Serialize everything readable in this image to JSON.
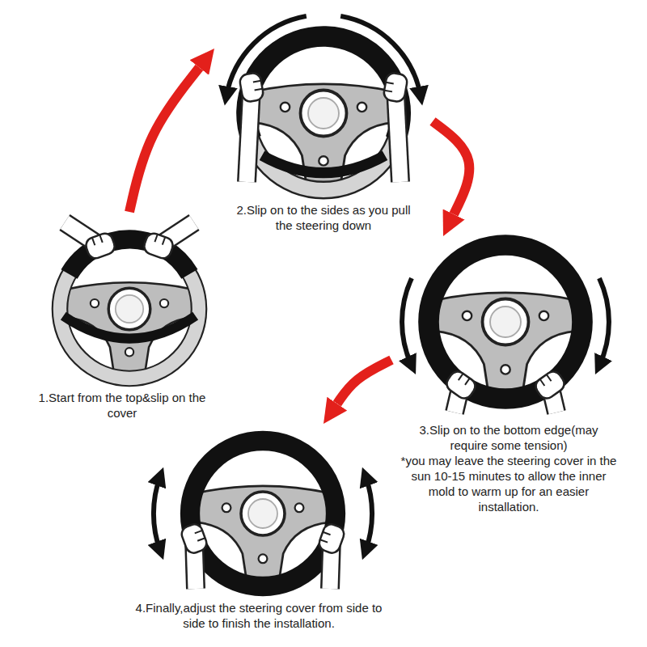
{
  "diagram": {
    "nodes": [
      {
        "text": [
          "1.Start from the top&slip on the cover"
        ]
      },
      {
        "text": [
          "2.Slip on to the sides as you pull the steering down"
        ]
      },
      {
        "text": [
          "3.Slip on to the bottom edge(may require some tension)",
          "*you may leave the steering cover in the sun 10-15 minutes to allow the inner mold to warm up for an easier installation."
        ]
      },
      {
        "text": [
          "4.Finally,adjust the steering cover from side to side to finish the installation."
        ]
      }
    ],
    "edges": [
      {
        "from": 0,
        "to": 1,
        "arrow": "to"
      },
      {
        "from": 1,
        "to": 2,
        "arrow": "to"
      },
      {
        "from": 2,
        "to": 3,
        "arrow": "to"
      }
    ]
  }
}
